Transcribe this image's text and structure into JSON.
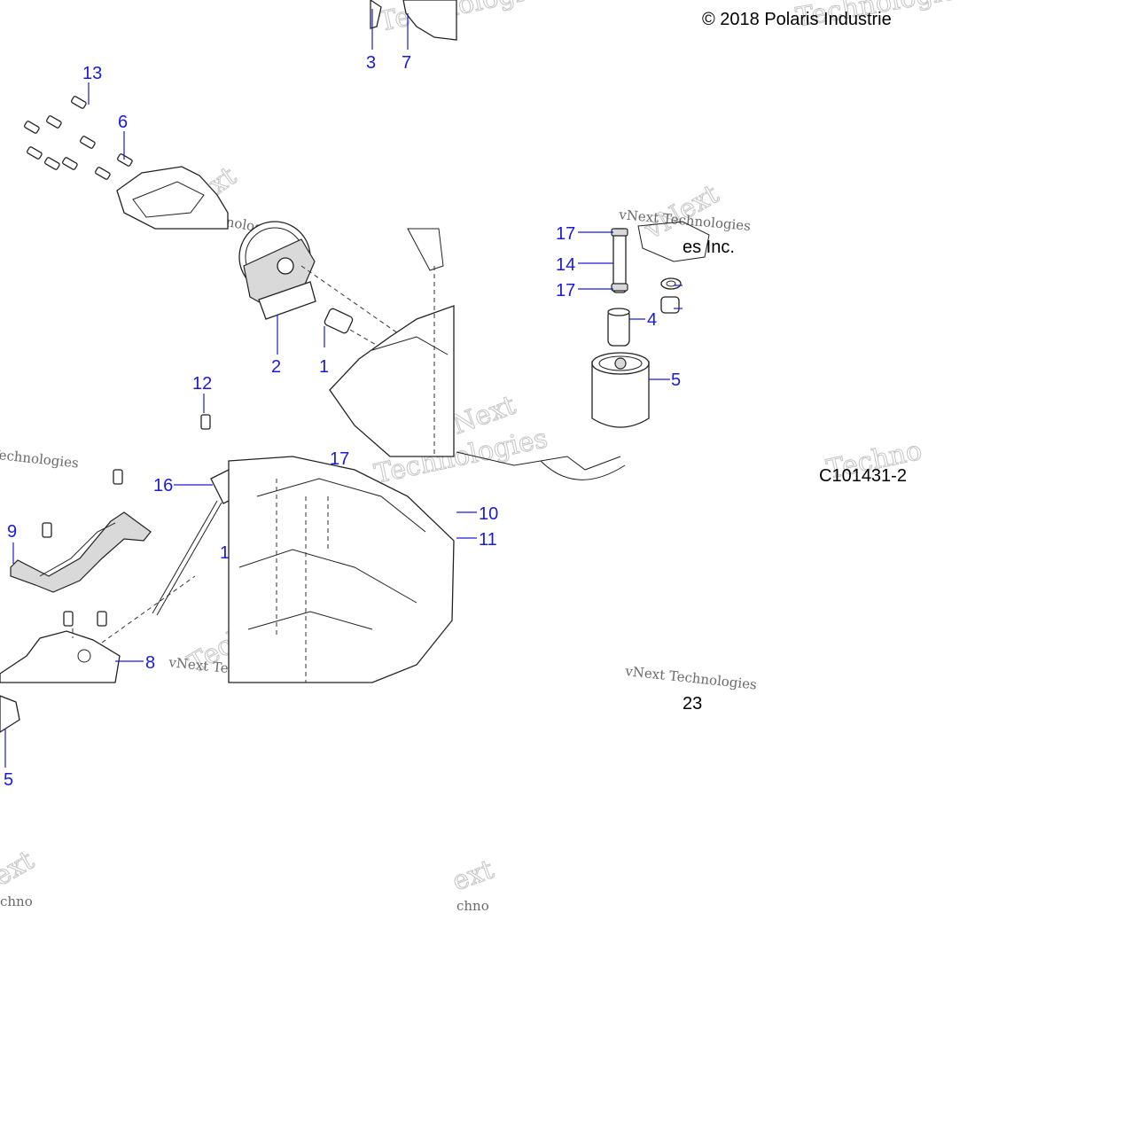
{
  "diagram": {
    "copyright": "© 2018 Polaris Industrie",
    "company_fragment": "es Inc.",
    "drawing_id": "C101431-2",
    "page_fragment": "23",
    "watermark_text": "vNext Technologies",
    "watermark_big": [
      "Technologies",
      "vNext",
      "Technologies",
      "vNext",
      "Technologies",
      "Techno",
      "Technol",
      "Next"
    ],
    "callouts": [
      "3",
      "7",
      "13",
      "6",
      "17",
      "14",
      "17",
      "4",
      "5",
      "2",
      "1",
      "12",
      "16",
      "9",
      "1",
      "10",
      "11",
      "8",
      "5",
      "17"
    ]
  }
}
